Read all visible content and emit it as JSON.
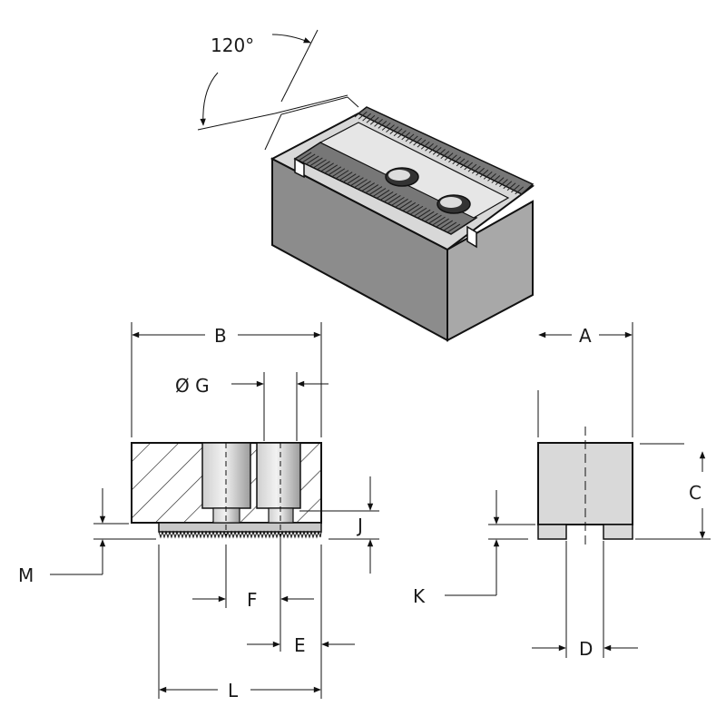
{
  "angle_label": "120°",
  "dimension_labels": {
    "A": "A",
    "B": "B",
    "C": "C",
    "D": "D",
    "E": "E",
    "F": "F",
    "G": "Ø G",
    "J": "J",
    "K": "K",
    "L": "L",
    "M": "M"
  },
  "colors": {
    "body_front": "#8c8c8c",
    "body_side": "#a6a6a6",
    "body_top": "#d6d6d6",
    "section_fill": "#c8c8c8",
    "hole_fill": "#b8b8b8",
    "end_view_fill": "#d9d9d9",
    "line": "#111111"
  }
}
